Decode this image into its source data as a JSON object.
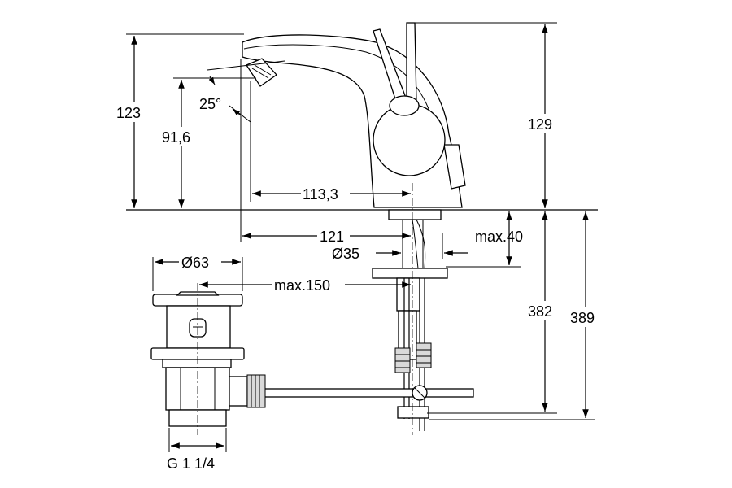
{
  "drawing": {
    "dimensions": {
      "height_spout": "123",
      "height_aerator": "91,6",
      "spout_angle": "25°",
      "spout_reach": "113,3",
      "height_total": "129",
      "reach_total": "121",
      "hole_diameter": "Ø35",
      "deck_thickness": "max.40",
      "waste_diameter": "Ø63",
      "waste_distance": "max.150",
      "depth_below_deck": "382",
      "depth_total": "389",
      "thread": "G 1 1/4"
    }
  }
}
